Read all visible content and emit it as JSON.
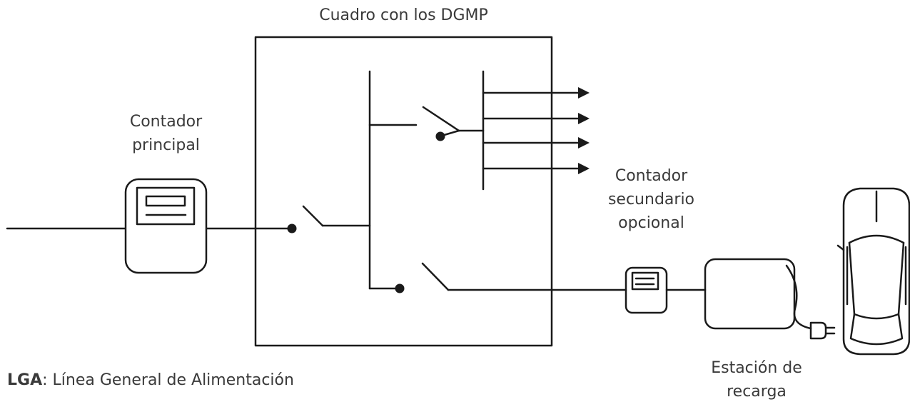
{
  "labels": {
    "panel_title": "Cuadro con los DGMP",
    "main_meter_line1": "Contador",
    "main_meter_line2": "principal",
    "secondary_meter_line1": "Contador",
    "secondary_meter_line2": "secundario",
    "secondary_meter_line3": "opcional",
    "charger_line1": "Estación de",
    "charger_line2": "recarga"
  },
  "legend": {
    "abbr": "LGA",
    "text": ": Línea General de Alimentación"
  },
  "colors": {
    "line": "#1a1a1a",
    "text": "#3a3a3a"
  }
}
